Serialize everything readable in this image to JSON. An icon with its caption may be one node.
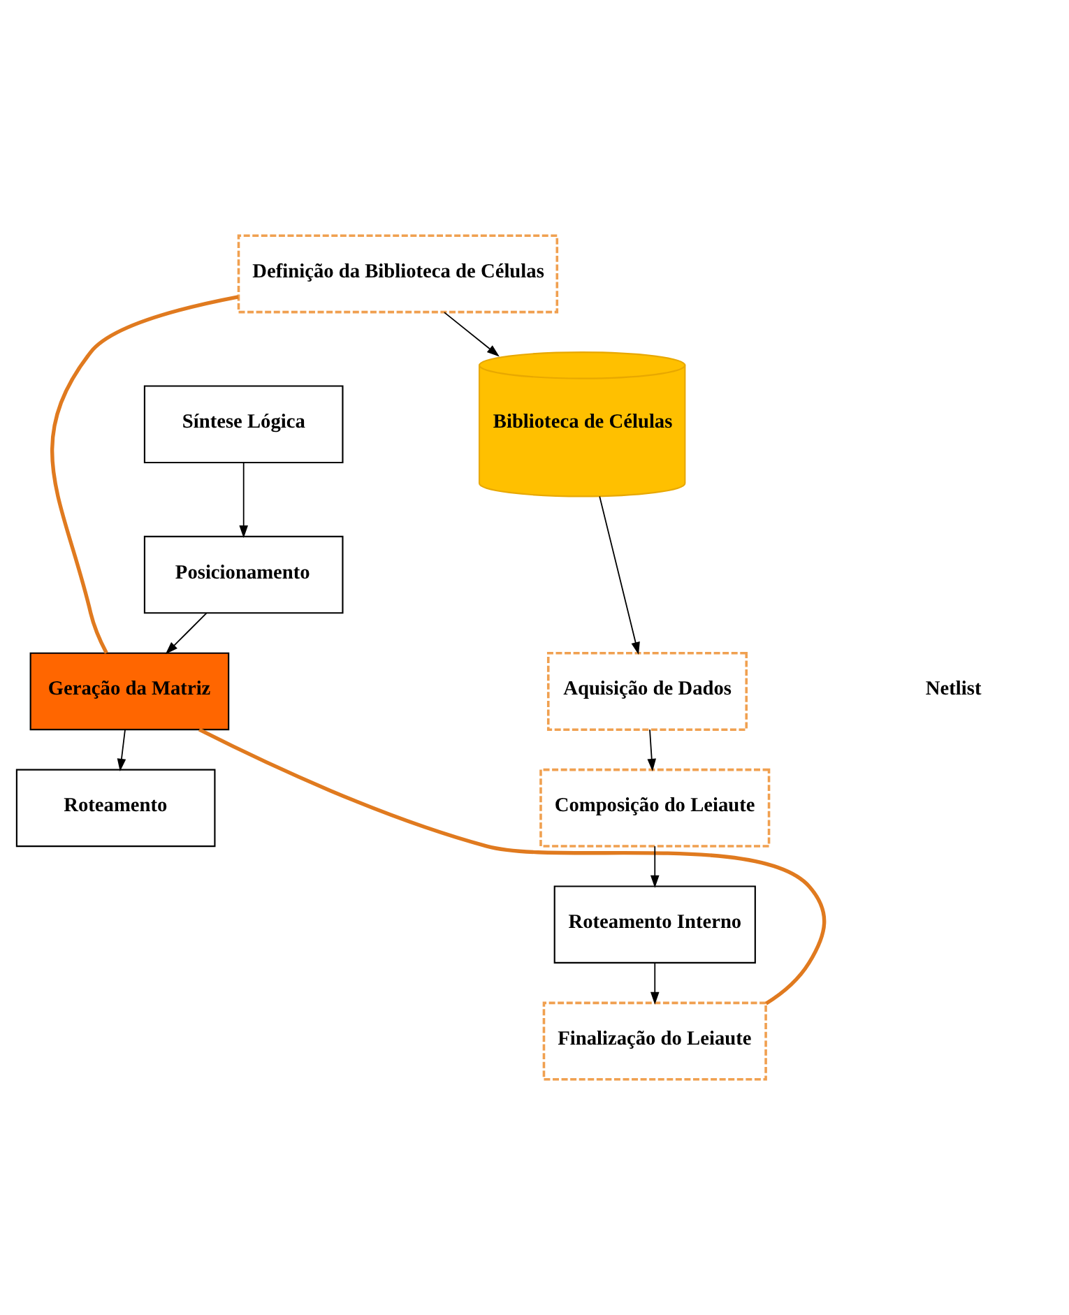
{
  "diagram": {
    "nodes": [
      {
        "text": [
          "Síntese Lógica"
        ]
      },
      {
        "text": [
          "Posicionamento"
        ]
      },
      {
        "text": [
          "Geração da Matriz"
        ]
      },
      {
        "text": [
          "Roteamento"
        ]
      },
      {
        "text": [
          "Definição da Biblioteca de Células"
        ]
      },
      {
        "text": [
          "Biblioteca de Células"
        ]
      },
      {
        "text": [
          "Aquisição de Dados"
        ]
      },
      {
        "text": [
          "Composição do Leiaute"
        ]
      },
      {
        "text": [
          "Roteamento Interno"
        ]
      },
      {
        "text": [
          "Finalização do Leiaute"
        ]
      }
    ],
    "edges": [
      {
        "from": 0,
        "to": 1,
        "arrow": "to"
      },
      {
        "from": 1,
        "to": 2,
        "arrow": "to"
      },
      {
        "from": 2,
        "to": 3,
        "arrow": "to"
      },
      {
        "from": 2,
        "to": 4,
        "arrow": "none",
        "style": "thick",
        "color": "#e07a1f"
      },
      {
        "from": 2,
        "to": 9,
        "arrow": "none",
        "style": "thick",
        "color": "#e07a1f"
      },
      {
        "from": 4,
        "to": 5,
        "arrow": "to"
      },
      {
        "from": 5,
        "to": 6,
        "arrow": "to"
      },
      {
        "from": 6,
        "to": 7,
        "arrow": "to"
      },
      {
        "from": 7,
        "to": 8,
        "arrow": "to"
      },
      {
        "from": 8,
        "to": 9,
        "arrow": "to"
      }
    ],
    "labels": [
      "Netlist"
    ]
  }
}
